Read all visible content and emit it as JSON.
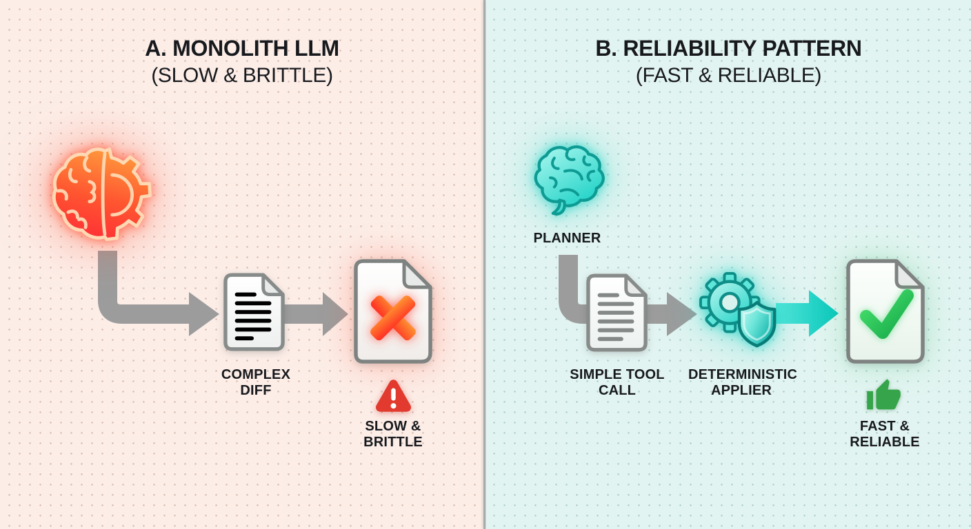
{
  "left": {
    "title": "A. MONOLITH LLM",
    "subtitle": "(SLOW & BRITTLE)",
    "labels": {
      "complex_diff": "COMPLEX\nDIFF",
      "slow_brittle": "SLOW &\nBRITTLE"
    },
    "icons": [
      "brain-gear-icon",
      "document-lines-icon",
      "document-error-icon",
      "warning-triangle-icon"
    ],
    "colors": {
      "background": "#fcede7",
      "accent": "#ff4330",
      "arrow": "#9c9c9c",
      "warning": "#e23a2e"
    }
  },
  "right": {
    "title": "B. RELIABILITY PATTERN",
    "subtitle": "(FAST & RELIABLE)",
    "labels": {
      "planner": "PLANNER",
      "simple_tool_call": "SIMPLE TOOL\nCALL",
      "deterministic_applier": "DETERMINISTIC\nAPPLIER",
      "fast_reliable": "FAST &\nRELIABLE"
    },
    "icons": [
      "brain-icon",
      "document-lines-icon",
      "gear-shield-icon",
      "document-check-icon",
      "thumbs-up-icon"
    ],
    "colors": {
      "background": "#e2f4f1",
      "accent": "#17d0c4",
      "arrow": "#9c9c9c",
      "success": "#2fb457"
    }
  },
  "shared": {
    "text_color": "#17191d",
    "divider_color": "#a4adaa"
  }
}
